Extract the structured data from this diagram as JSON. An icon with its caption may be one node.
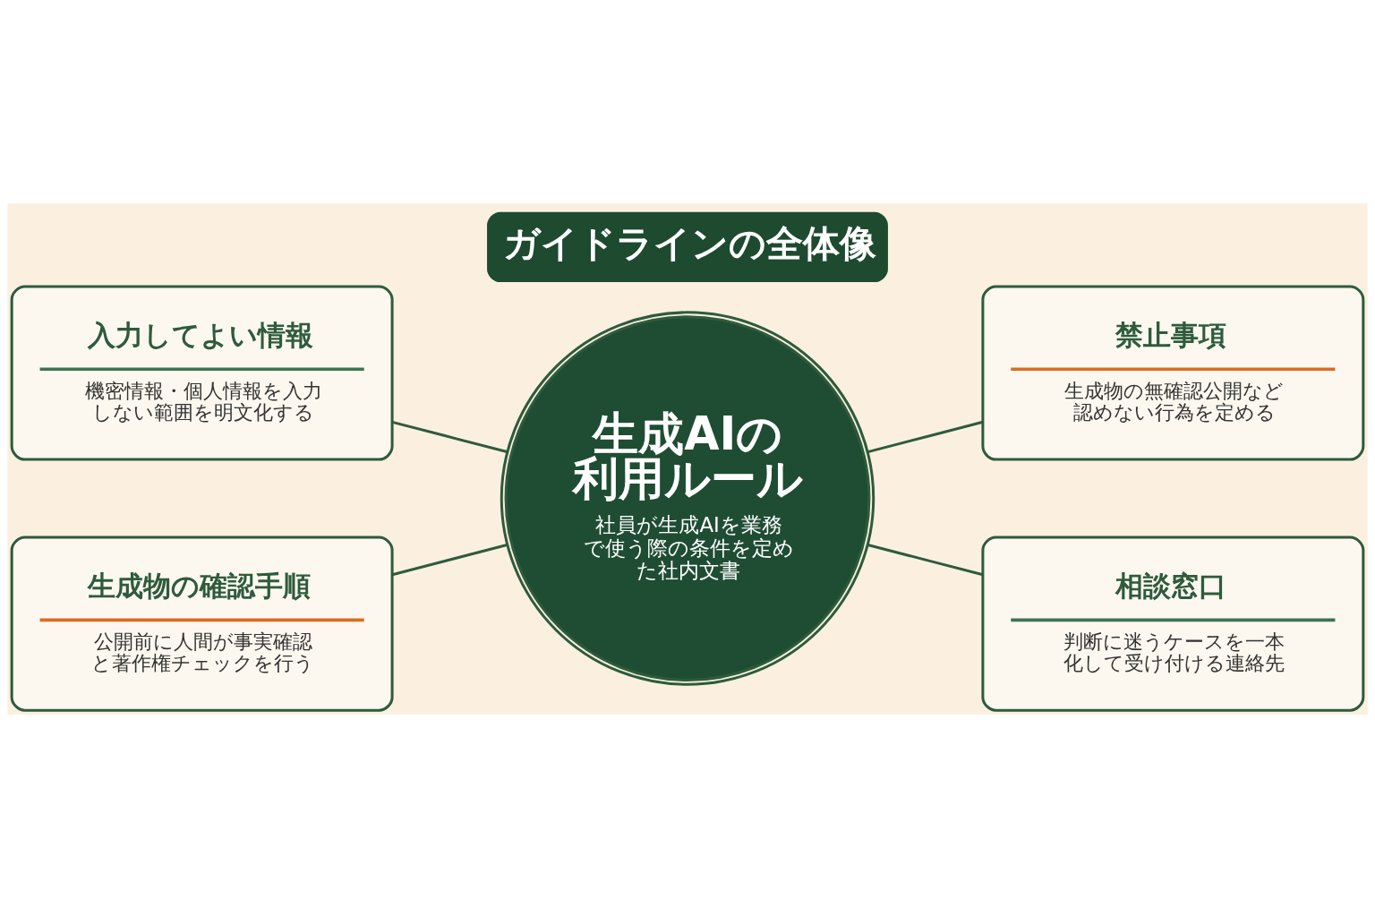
{
  "diagram": {
    "title": "ガイドラインの全体像",
    "nodes": [
      {
        "text": [
          "入力してよい情報",
          "機密情報・個人情報を入力しない範囲を明文化する"
        ]
      },
      {
        "text": [
          "禁止事項",
          "生成物の無確認公開など認めない行為を定める"
        ]
      },
      {
        "text": [
          "生成AIの利用ルール",
          "社員が生成AIを業務で使う際の条件を定めた社内文書"
        ]
      },
      {
        "text": [
          "生成物の確認手順",
          "公開前に人間が事実確認と著作権チェックを行う"
        ]
      },
      {
        "text": [
          "相談窓口",
          "判断に迷うケースを一本化して受け付ける連絡先"
        ]
      }
    ],
    "edges": [
      {
        "from": 0,
        "to": 2,
        "arrow": "none"
      },
      {
        "from": 2,
        "to": 1,
        "arrow": "none"
      },
      {
        "from": 3,
        "to": 2,
        "arrow": "none"
      },
      {
        "from": 2,
        "to": 4,
        "arrow": "none"
      }
    ]
  }
}
